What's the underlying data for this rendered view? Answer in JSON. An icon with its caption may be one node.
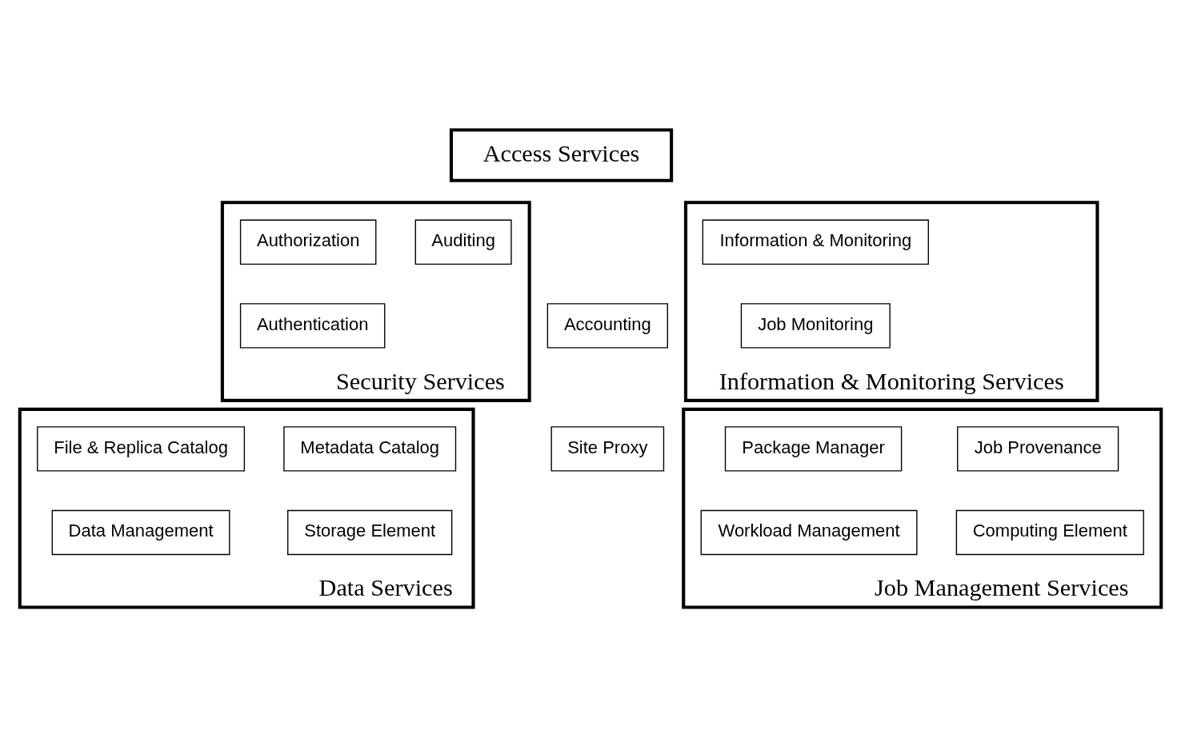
{
  "diagram": {
    "nodes": [
      {
        "text": [
          "Access Services"
        ]
      },
      {
        "text": [
          "Security Services"
        ]
      },
      {
        "text": [
          "Authorization"
        ],
        "in": 1
      },
      {
        "text": [
          "Authentication"
        ],
        "in": 1
      },
      {
        "text": [
          "Auditing"
        ],
        "in": 1
      },
      {
        "text": [
          "Information & Monitoring Services"
        ]
      },
      {
        "text": [
          "Information & Monitoring"
        ],
        "in": 5
      },
      {
        "text": [
          "Job Monitoring"
        ],
        "in": 5
      },
      {
        "text": [
          "Data Services"
        ]
      },
      {
        "text": [
          "Metadata Catalog"
        ],
        "in": 8
      },
      {
        "text": [
          "File & Replica Catalog"
        ],
        "in": 8
      },
      {
        "text": [
          "Storage Element"
        ],
        "in": 8
      },
      {
        "text": [
          "Data Management"
        ],
        "in": 8
      },
      {
        "text": [
          "Accounting"
        ]
      },
      {
        "text": [
          "Site Proxy"
        ]
      },
      {
        "text": [
          "Job Management Services"
        ]
      },
      {
        "text": [
          "Job Provenance"
        ],
        "in": 15
      },
      {
        "text": [
          "Package Manager"
        ],
        "in": 15
      },
      {
        "text": [
          "Computing Element"
        ],
        "in": 15
      },
      {
        "text": [
          "Workload Management"
        ],
        "in": 15
      }
    ],
    "edges": []
  }
}
